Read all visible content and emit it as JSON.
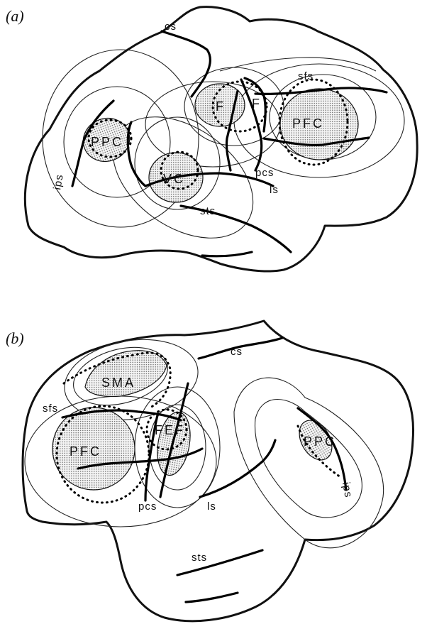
{
  "panels": {
    "a": {
      "label": "(a)",
      "sulci": {
        "cs": "cs",
        "sfs": "sfs",
        "pcs": "pcs",
        "ips": "ips",
        "ls": "ls",
        "sts": "sts"
      },
      "regions": {
        "ppc": "PPC",
        "vc": "VC",
        "f1": "F",
        "f2": "F",
        "pfc": "PFC"
      }
    },
    "b": {
      "label": "(b)",
      "sulci": {
        "cs": "cs",
        "sfs": "sfs",
        "pcs": "pcs",
        "ls": "ls",
        "sts": "sts",
        "ips": "ips"
      },
      "regions": {
        "sma": "SMA",
        "pfc": "PFC",
        "fef": "FEF",
        "ppc": "PPC"
      }
    }
  },
  "colors": {
    "ink": "#111111",
    "background": "#ffffff",
    "stipple": "#777777"
  }
}
